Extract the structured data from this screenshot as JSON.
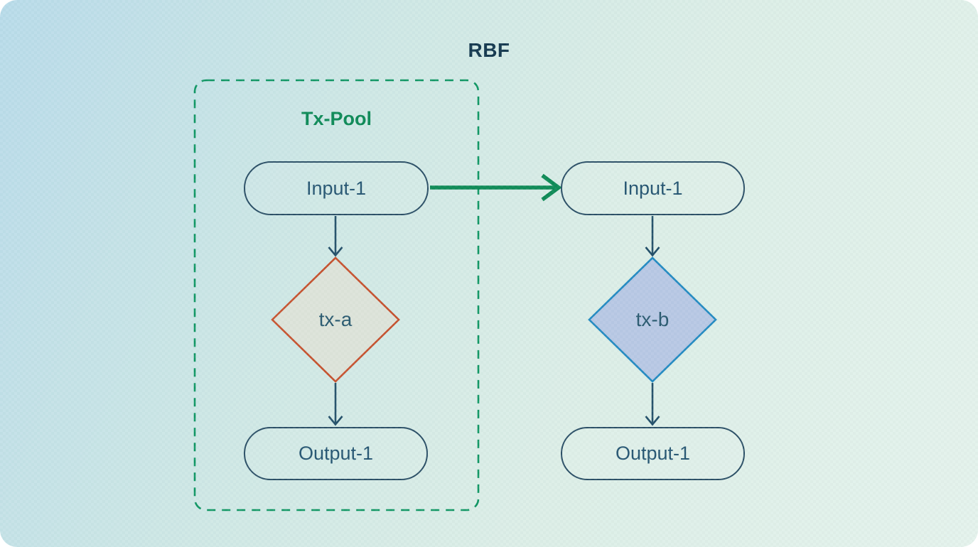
{
  "diagram": {
    "title": "RBF",
    "group": {
      "label": "Tx-Pool"
    },
    "nodes": {
      "pool_input": {
        "label": "Input-1",
        "shape": "stadium"
      },
      "tx_a": {
        "label": "tx-a",
        "shape": "diamond"
      },
      "pool_output": {
        "label": "Output-1",
        "shape": "stadium"
      },
      "replacement_input": {
        "label": "Input-1",
        "shape": "stadium"
      },
      "tx_b": {
        "label": "tx-b",
        "shape": "diamond"
      },
      "replacement_output": {
        "label": "Output-1",
        "shape": "stadium"
      }
    },
    "edges": [
      {
        "from": "pool_input",
        "to": "tx_a",
        "style": "plain"
      },
      {
        "from": "tx_a",
        "to": "pool_output",
        "style": "plain"
      },
      {
        "from": "pool_input",
        "to": "replacement_input",
        "style": "highlight"
      },
      {
        "from": "replacement_input",
        "to": "tx_b",
        "style": "plain"
      },
      {
        "from": "tx_b",
        "to": "replacement_output",
        "style": "plain"
      }
    ],
    "colors": {
      "title_text": "#14384f",
      "group_border": "#0f9663",
      "group_label_text": "#0e8a58",
      "node_border": "#2b4f66",
      "node_text": "#265672",
      "tx_a_border": "#c6512e",
      "tx_a_fill": "#dde3d9",
      "tx_b_border": "#1f88c0",
      "tx_b_fill": "#b8c8e4",
      "edge": "#24506a",
      "highlight_edge": "#0d8a56",
      "background_top_left": "#b9dbea",
      "background_bottom_right": "#e4f2ec"
    }
  }
}
